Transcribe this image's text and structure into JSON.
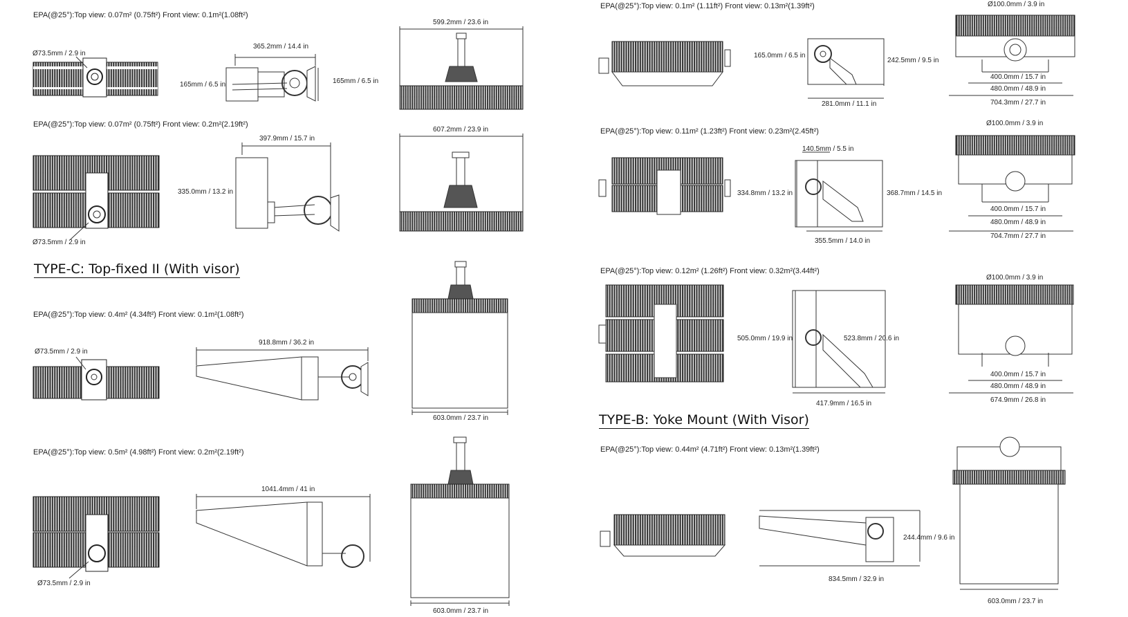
{
  "headings": {
    "type_c": "TYPE-C: Top-fixed II (With visor)",
    "type_b": "TYPE-B: Yoke Mount (With Visor)"
  },
  "left": {
    "row1": {
      "epa": "EPA(@25°):Top view: 0.07m² (0.75ft²)   Front view: 0.1m²(1.08ft²)",
      "diameter": "Ø73.5mm / 2.9 in",
      "side_width": "365.2mm / 14.4 in",
      "side_height_left": "165mm / 6.5 in",
      "side_height_right": "165mm / 6.5 in",
      "front_width": "599.2mm / 23.6 in"
    },
    "row2": {
      "epa": "EPA(@25°):Top view: 0.07m² (0.75ft²)   Front view: 0.2m²(2.19ft²)",
      "diameter": "Ø73.5mm / 2.9 in",
      "side_width": "397.9mm / 15.7 in",
      "side_height": "335.0mm / 13.2 in",
      "front_width": "607.2mm / 23.9 in"
    },
    "row3": {
      "epa": "EPA(@25°):Top view: 0.4m² (4.34ft²)   Front view: 0.1m²(1.08ft²)",
      "diameter": "Ø73.5mm / 2.9 in",
      "side_width": "918.8mm / 36.2 in",
      "front_width": "603.0mm / 23.7 in"
    },
    "row4": {
      "epa": "EPA(@25°):Top view: 0.5m² (4.98ft²)   Front view: 0.2m²(2.19ft²)",
      "diameter": "Ø73.5mm / 2.9 in",
      "side_width": "1041.4mm / 41 in",
      "front_width": "603.0mm / 23.7 in"
    }
  },
  "right": {
    "row1": {
      "epa": "EPA(@25°):Top view: 0.1m² (1.11ft²)   Front view: 0.13m²(1.39ft²)",
      "side_height": "165.0mm / 6.5 in",
      "side_height_right": "242.5mm / 9.5 in",
      "side_width": "281.0mm / 11.1 in",
      "front_diameter": "Ø100.0mm / 3.9 in",
      "front_dim1": "400.0mm / 15.7 in",
      "front_dim2": "480.0mm / 48.9 in",
      "front_dim3": "704.3mm / 27.7 in"
    },
    "row2": {
      "epa": "EPA(@25°):Top view: 0.11m² (1.23ft²)   Front view: 0.23m²(2.45ft²)",
      "side_top": "140.5mm / 5.5 in",
      "side_height": "334.8mm / 13.2 in",
      "side_height_right": "368.7mm / 14.5 in",
      "side_width": "355.5mm / 14.0 in",
      "front_diameter": "Ø100.0mm / 3.9 in",
      "front_dim1": "400.0mm / 15.7 in",
      "front_dim2": "480.0mm / 48.9 in",
      "front_dim3": "704.7mm / 27.7 in"
    },
    "row3": {
      "epa": "EPA(@25°):Top view: 0.12m² (1.26ft²)   Front view: 0.32m²(3.44ft²)",
      "side_height": "505.0mm / 19.9 in",
      "side_diag": "523.8mm / 20.6 in",
      "side_width": "417.9mm / 16.5 in",
      "front_diameter": "Ø100.0mm / 3.9 in",
      "front_dim1": "400.0mm / 15.7 in",
      "front_dim2": "480.0mm / 48.9 in",
      "front_dim3": "674.9mm / 26.8 in"
    },
    "row4": {
      "epa": "EPA(@25°):Top view: 0.44m² (4.71ft²)   Front view: 0.13m²(1.39ft²)",
      "side_height": "244.4mm / 9.6 in",
      "side_width": "834.5mm / 32.9 in",
      "front_width": "603.0mm / 23.7 in"
    }
  }
}
